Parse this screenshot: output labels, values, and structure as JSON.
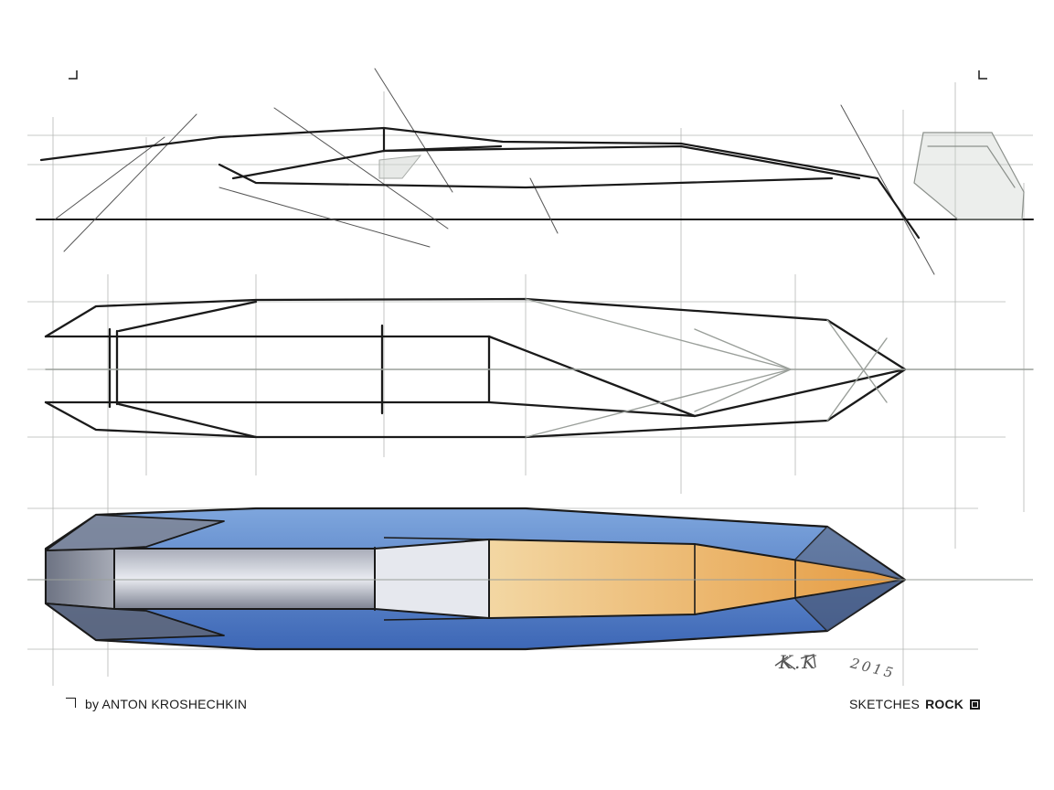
{
  "footer": {
    "credit_prefix": "by",
    "author": "ANTON KROSHECHKIN",
    "brand_word": "SKETCHES",
    "brand_strong": "ROCK",
    "brand_logo_icon": "square-logo-icon"
  },
  "signature": {
    "initials": "K.K",
    "year": "2015"
  },
  "colors": {
    "ink": "#1a1a1a",
    "pencil_gray": "#9aa09a",
    "blue_hull": "#4a78c4",
    "gray_body": "#8a90a0",
    "orange_tip": "#e7a24a",
    "paper": "#ffffff"
  }
}
